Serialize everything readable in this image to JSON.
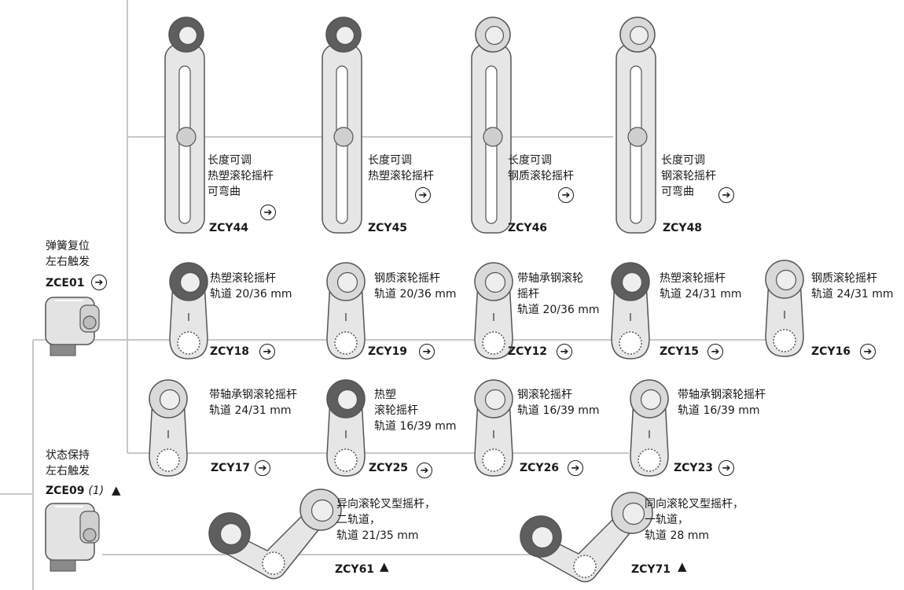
{
  "colors": {
    "line": "#c8c8c8",
    "part": "#e6e6e6",
    "outline": "#555555",
    "dark_roller": "#5e5e5e",
    "light_roller": "#d9d9d9",
    "text": "#1a1a1a"
  },
  "icons": {
    "goto": "right-arrow-circle-icon",
    "warning": "black-triangle-icon"
  },
  "heads": [
    {
      "id": "zce01",
      "lines": [
        "弹簧复位",
        "左右触发"
      ],
      "code": "ZCE01",
      "note": "",
      "marker": "arrow"
    },
    {
      "id": "zce09",
      "lines": [
        "状态保持",
        "左右触发"
      ],
      "code": "ZCE09",
      "note": "(1)",
      "marker": "triangle"
    }
  ],
  "row1": [
    {
      "code": "ZCY44",
      "lines": [
        "长度可调",
        "热塑滚轮摇杆",
        "可弯曲"
      ],
      "roller": "dark"
    },
    {
      "code": "ZCY45",
      "lines": [
        "长度可调",
        "热塑滚轮摇杆"
      ],
      "roller": "dark"
    },
    {
      "code": "ZCY46",
      "lines": [
        "长度可调",
        "钢质滚轮摇杆"
      ],
      "roller": "light"
    },
    {
      "code": "ZCY48",
      "lines": [
        "长度可调",
        "钢滚轮摇杆",
        "可弯曲"
      ],
      "roller": "light"
    }
  ],
  "row2": [
    {
      "code": "ZCY18",
      "lines": [
        "热塑滚轮摇杆",
        "轨道 20/36 mm"
      ],
      "roller": "dark"
    },
    {
      "code": "ZCY19",
      "lines": [
        "钢质滚轮摇杆",
        "轨道 20/36 mm"
      ],
      "roller": "light"
    },
    {
      "code": "ZCY12",
      "lines": [
        "带轴承钢滚轮",
        "摇杆",
        "轨道 20/36 mm"
      ],
      "roller": "light"
    },
    {
      "code": "ZCY15",
      "lines": [
        "热塑滚轮摇杆",
        "轨道 24/31 mm"
      ],
      "roller": "dark"
    },
    {
      "code": "ZCY16",
      "lines": [
        "钢质滚轮摇杆",
        "轨道 24/31 mm"
      ],
      "roller": "light"
    }
  ],
  "row3": [
    {
      "code": "ZCY17",
      "lines": [
        "带轴承钢滚轮摇杆",
        "轨道 24/31 mm"
      ],
      "roller": "light"
    },
    {
      "code": "ZCY25",
      "lines": [
        "热塑",
        "滚轮摇杆",
        "轨道 16/39 mm"
      ],
      "roller": "dark"
    },
    {
      "code": "ZCY26",
      "lines": [
        "钢滚轮摇杆",
        "轨道 16/39 mm"
      ],
      "roller": "light"
    },
    {
      "code": "ZCY23",
      "lines": [
        "带轴承钢滚轮摇杆",
        "轨道 16/39 mm"
      ],
      "roller": "light"
    }
  ],
  "row4": [
    {
      "code": "ZCY61",
      "lines": [
        "异向滚轮叉型摇杆，",
        "二轨道，",
        "轨道 21/35 mm"
      ],
      "marker": "triangle"
    },
    {
      "code": "ZCY71",
      "lines": [
        "同向滚轮叉型摇杆，",
        "一轨道，",
        "轨道 28 mm"
      ],
      "marker": "triangle"
    }
  ]
}
